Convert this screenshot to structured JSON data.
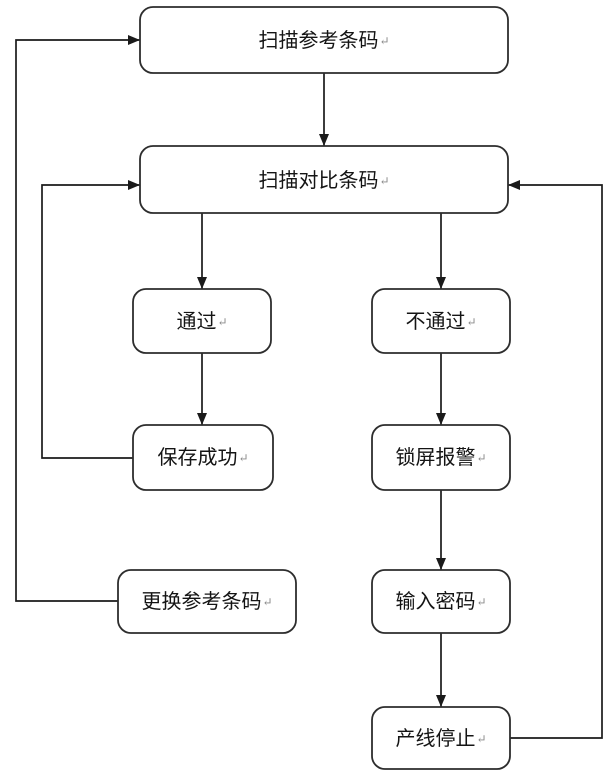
{
  "diagram": {
    "type": "flowchart",
    "return_mark": "↵",
    "nodes": [
      {
        "id": "scan-ref",
        "label": "扫描参考条码"
      },
      {
        "id": "scan-compare",
        "label": "扫描对比条码"
      },
      {
        "id": "pass",
        "label": "通过"
      },
      {
        "id": "fail",
        "label": "不通过"
      },
      {
        "id": "save-success",
        "label": "保存成功"
      },
      {
        "id": "lock-alarm",
        "label": "锁屏报警"
      },
      {
        "id": "change-ref",
        "label": "更换参考条码"
      },
      {
        "id": "enter-password",
        "label": "输入密码"
      },
      {
        "id": "line-stop",
        "label": "产线停止"
      }
    ],
    "edges": [
      {
        "from": "scan-ref",
        "to": "scan-compare"
      },
      {
        "from": "scan-compare",
        "to": "pass"
      },
      {
        "from": "scan-compare",
        "to": "fail"
      },
      {
        "from": "pass",
        "to": "save-success"
      },
      {
        "from": "fail",
        "to": "lock-alarm"
      },
      {
        "from": "lock-alarm",
        "to": "enter-password"
      },
      {
        "from": "enter-password",
        "to": "line-stop"
      },
      {
        "from": "save-success",
        "to": "scan-compare"
      },
      {
        "from": "change-ref",
        "to": "scan-ref"
      },
      {
        "from": "line-stop",
        "to": "scan-compare"
      }
    ],
    "colors": {
      "background": "#ffffff",
      "box_fill": "#ffffff",
      "box_stroke": "#2d2d2d",
      "line": "#1a1a1a",
      "text": "#141414",
      "return_mark": "#8a8a8a"
    }
  }
}
